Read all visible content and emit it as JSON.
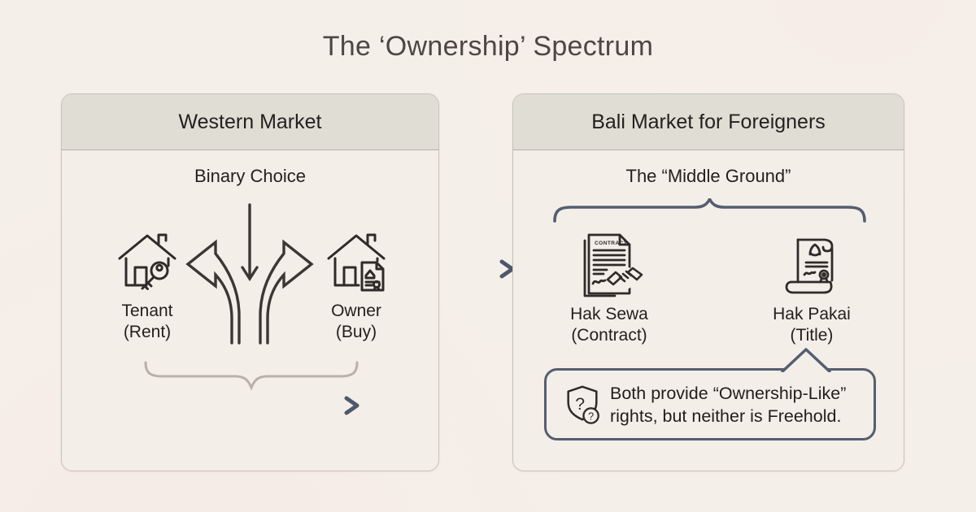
{
  "title": "The ‘Ownership’ Spectrum",
  "left_panel": {
    "header": "Western Market",
    "subtitle": "Binary Choice",
    "options": [
      {
        "icon": "house-key",
        "label": "Tenant",
        "sublabel": "(Rent)"
      },
      {
        "icon": "house-deed",
        "label": "Owner",
        "sublabel": "(Buy)"
      }
    ]
  },
  "right_panel": {
    "header": "Bali Market for Foreigners",
    "subtitle": "The “Middle Ground”",
    "options": [
      {
        "icon": "contract-handshake",
        "label": "Hak Sewa",
        "sublabel": "(Contract)",
        "doc_text": "CONTRACT"
      },
      {
        "icon": "title-scroll",
        "label": "Hak Pakai",
        "sublabel": "(Title)"
      }
    ],
    "callout": {
      "icon": "shield-question",
      "text_line1": "Both provide “Ownership-Like”",
      "text_line2": "rights, but neither is Freehold."
    }
  },
  "colors": {
    "background": "#f5efe9",
    "panel_bg": "#f4eee8",
    "panel_header_bg": "#e0ddd5",
    "panel_border": "#c7c1b9",
    "accent_slate": "#545e70",
    "brace_light": "#b7b1a9",
    "icon_stroke": "#2e2b28",
    "title_color": "#4c4744"
  }
}
